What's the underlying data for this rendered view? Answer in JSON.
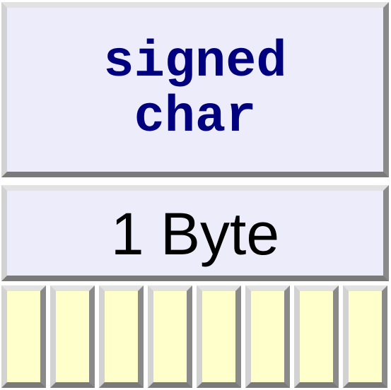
{
  "type_box": {
    "name": "signed\nchar",
    "text_color": "#00007f",
    "background": "#ececfb"
  },
  "size_box": {
    "label": "1 Byte",
    "background": "#ececfb"
  },
  "bits": {
    "count": 8,
    "fill_color": "#ffffcc"
  }
}
